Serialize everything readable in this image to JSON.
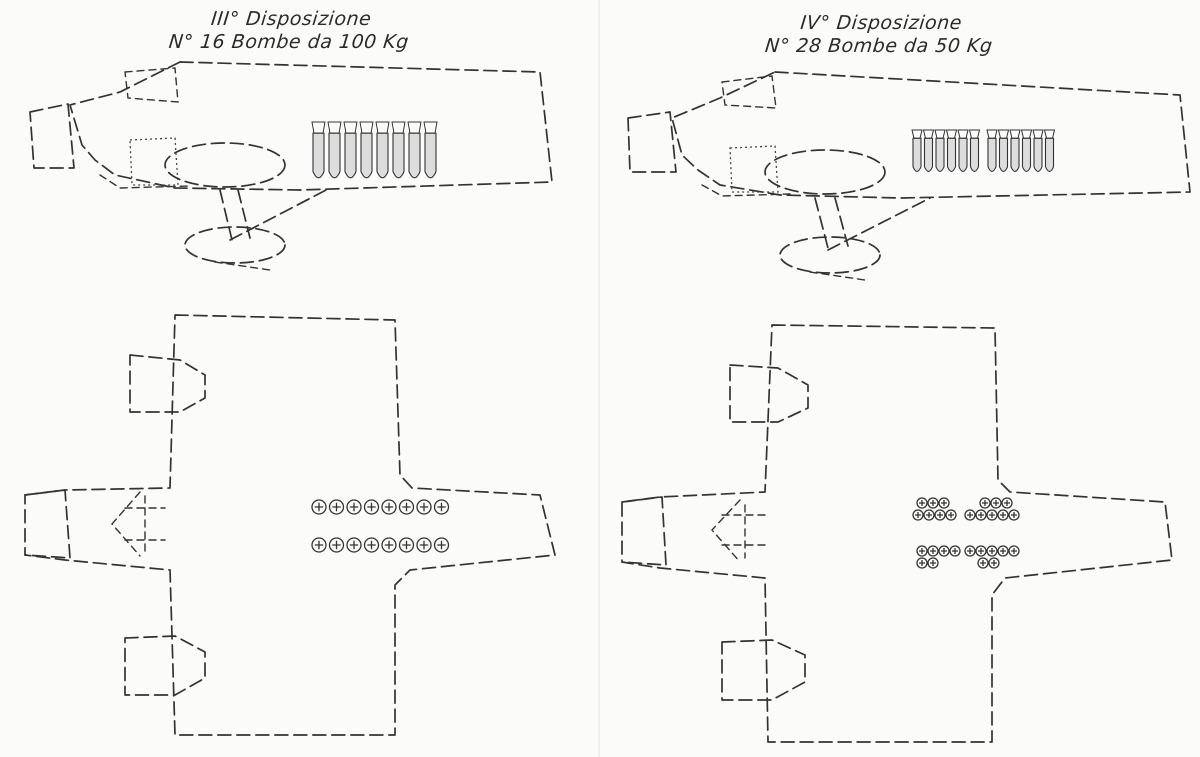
{
  "arrangements": [
    {
      "title_line1": "III° Disposizione",
      "title_line2": "N° 16 Bombe da 100 Kg",
      "bomb_count": 16,
      "bomb_weight_kg": 100
    },
    {
      "title_line1": "IV° Disposizione",
      "title_line2": "N° 28 Bombe da 50 Kg",
      "bomb_count": 28,
      "bomb_weight_kg": 50
    }
  ]
}
